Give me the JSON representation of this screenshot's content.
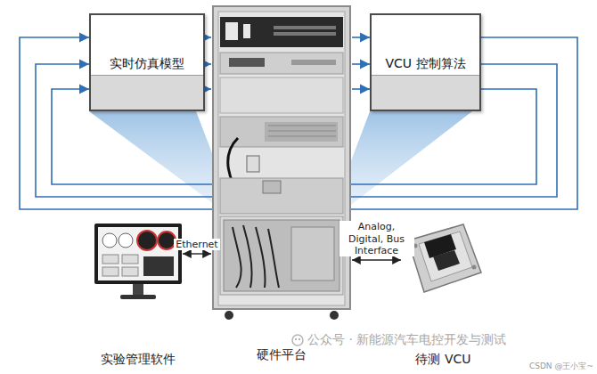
{
  "diagram": {
    "nodes": [
      {
        "text": [
          "实时仿真模型"
        ]
      },
      {
        "text": [
          "VCU 控制算法"
        ]
      },
      {
        "text": [
          "硬件平台"
        ]
      },
      {
        "text": [
          "实验管理软件"
        ]
      },
      {
        "text": [
          "待测 VCU"
        ]
      }
    ],
    "edges": [
      {
        "from": 0,
        "to": 2,
        "arrow": "to"
      },
      {
        "from": 0,
        "to": 2,
        "arrow": "to"
      },
      {
        "from": 0,
        "to": 2,
        "arrow": "to"
      },
      {
        "from": 2,
        "to": 1,
        "arrow": "to"
      },
      {
        "from": 2,
        "to": 1,
        "arrow": "to"
      },
      {
        "from": 2,
        "to": 1,
        "arrow": "to"
      },
      {
        "from": 1,
        "to": 0,
        "arrow": "to"
      },
      {
        "from": 1,
        "to": 0,
        "arrow": "to"
      },
      {
        "from": 1,
        "to": 0,
        "arrow": "to"
      },
      {
        "from": 3,
        "to": 2,
        "label": "Ethernet",
        "arrow": "both"
      },
      {
        "from": 2,
        "to": 4,
        "label": "Analog, Digital, Bus Interface",
        "arrow": "both"
      }
    ],
    "labels": [
      "公众号 · 新能源汽车电控开发与测试",
      "CSDN @王小宝~"
    ]
  }
}
